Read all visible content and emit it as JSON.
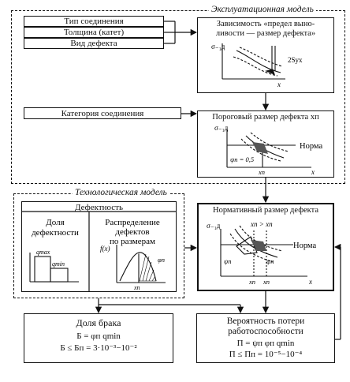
{
  "operational_model": {
    "title": "Эксплуатационная модель",
    "inputs": [
      "Тип соединения",
      "Толщина (катет)",
      "Вид дефекта"
    ],
    "category_input": "Категория соединения",
    "dependency_box": {
      "text_line1": "Зависимость «предел выно-",
      "text_line2": "ливости — размер дефекта»",
      "y_axis": "σ₋₁д",
      "x_axis": "x",
      "annotation": "2Syx"
    },
    "threshold_box": {
      "text": "Пороговый размер дефекта xп",
      "y_axis": "σ₋₁д",
      "x_axis": "x",
      "x_tick": "xп",
      "norm_label": "Норма",
      "psi_label": "ψп = 0,5"
    }
  },
  "technological_model": {
    "title": "Технологическая модель",
    "defectiveness_header": "Дефектность",
    "share_title_line1": "Доля",
    "share_title_line2": "дефектности",
    "q_max": "qmax",
    "q_min": "qmin",
    "distribution_title_line1": "Распределение",
    "distribution_title_line2": "дефектов",
    "distribution_title_line3": "по размерам",
    "f_axis": "f(x)",
    "phi_label": "φп",
    "x_label": "xп"
  },
  "normative_box": {
    "title": "Нормативный размер дефекта",
    "y_axis": "σ₋₁д",
    "x_label_top": "xп > xп",
    "norm_label": "Норма",
    "psi_left": "ψп",
    "psi_right": "ψп",
    "x_tick_1": "xп",
    "x_tick_2": "xп",
    "x_axis": "x"
  },
  "defect_share_box": {
    "title": "Доля брака",
    "formula1": "Б = φп qmin",
    "formula2": "Б ≤ Бп = 3·10⁻³−10⁻²"
  },
  "probability_box": {
    "title_line1": "Вероятность потери",
    "title_line2": "работоспособности",
    "formula1": "П = ψп φп qmin",
    "formula2": "П ≤ Пп = 10⁻⁵−10⁻⁴"
  }
}
